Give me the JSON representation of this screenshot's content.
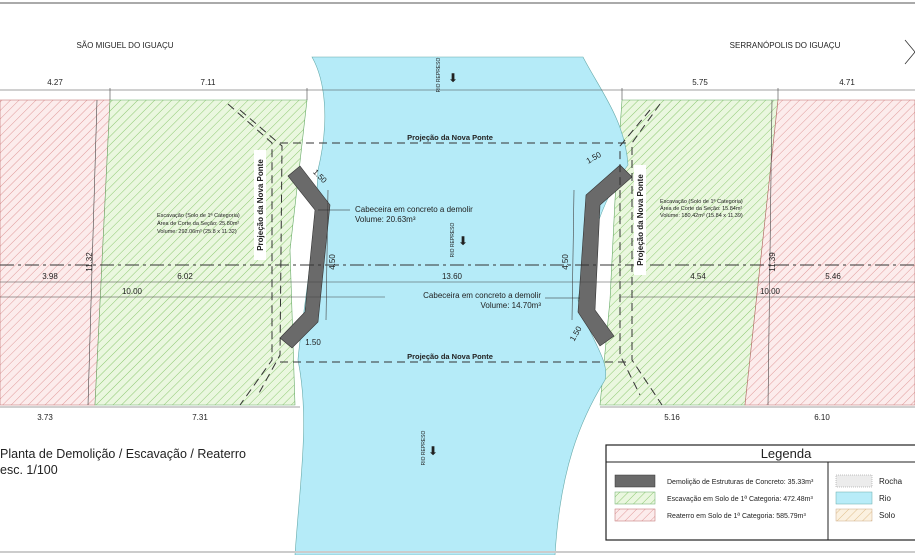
{
  "labels": {
    "left_city": "SÃO MIGUEL DO IGUAÇU",
    "right_city": "SERRANÓPOLIS DO IGUAÇU",
    "river_flow": "RIO REPRESO",
    "bridge_projection": "Projeção da Nova Ponte",
    "left_head_line1": "Cabeceira em concreto a demolir",
    "left_head_line2": "Volume: 20.63m³",
    "right_head_line1": "Cabeceira em concreto a demolir",
    "right_head_line2": "Volume: 14.70m³",
    "left_exc": [
      "Escavação (Solo de 1ª Categoria)",
      "Área de Corte da Seção: 25.80m²",
      "Volume: 292.06m³ (25.8 x 11.32)"
    ],
    "right_exc": [
      "Escavação (Solo de 1ª Categoria)",
      "Área de Corte da Seção: 15.84m²",
      "Volume: 180.42m³ (15.84 x 11.39)"
    ]
  },
  "dimensions": {
    "top_left_a": "4.27",
    "top_left_b": "7.11",
    "top_right_a": "5.75",
    "top_right_b": "4.71",
    "mid_left_a": "3.98",
    "mid_left_b": "6.02",
    "mid_center": "13.60",
    "mid_right_a": "4.54",
    "mid_right_b": "5.46",
    "left_10": "10.00",
    "right_10": "10.00",
    "bot_left_a": "3.73",
    "bot_left_b": "7.31",
    "bot_right_a": "5.16",
    "bot_right_b": "6.10",
    "left_height": "11.32",
    "right_height": "11.39",
    "left_wall_len": "4.50",
    "right_wall_len": "4.50",
    "wing": "1.50"
  },
  "title": {
    "main": "Planta de Demolição / Escavação / Reaterro",
    "scale": "esc. 1/100"
  },
  "legend": {
    "title": "Legenda",
    "items": [
      {
        "label": "Demolição de Estruturas de Concreto: 35.33m³",
        "color": "#6e6e6e"
      },
      {
        "label": "Escavação em Solo de 1ª Categoria: 472.48m³",
        "color": "#cdeab5"
      },
      {
        "label": "Reaterro em Solo de 1ª Categoria: 585.79m³",
        "color": "#f8d6d6"
      }
    ],
    "items_right": [
      {
        "label": "Rocha",
        "color": "#e8e8e8"
      },
      {
        "label": "Rio",
        "color": "#b8ecf8"
      },
      {
        "label": "Solo",
        "color": "#f6e6cc"
      }
    ]
  },
  "colors": {
    "river": "#b5ebf8",
    "excavation": "#d4efc0",
    "backfill": "#f9dcdc",
    "concrete": "#6a6a6a"
  }
}
